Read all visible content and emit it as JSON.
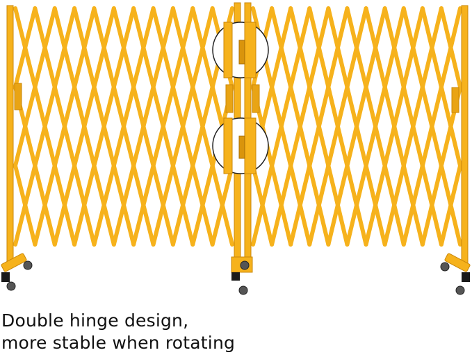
{
  "caption": {
    "line1": "Double hinge design,",
    "line2": "more stable when rotating"
  },
  "colors": {
    "gate_yellow": "#f6b21c",
    "gate_shade": "#d9940c",
    "frame_dark": "#1a1a1a",
    "background": "#ffffff"
  },
  "icons": [
    "gate-illustration",
    "hinge-zoom-circle",
    "caster-wheel-icon"
  ]
}
